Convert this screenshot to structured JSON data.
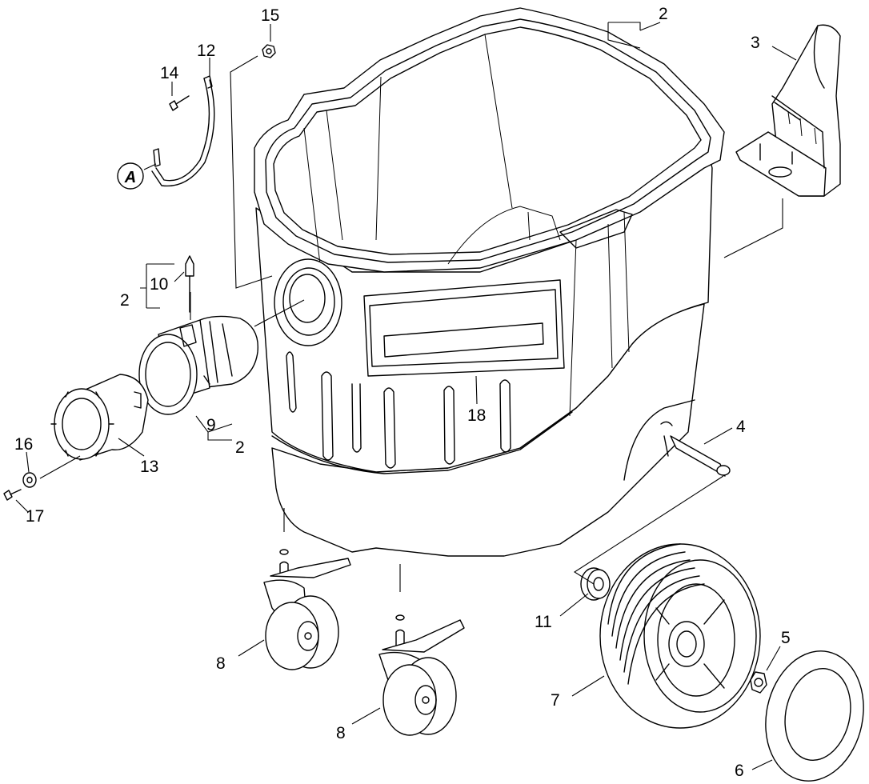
{
  "diagram": {
    "callouts": {
      "c2_top": "2",
      "c3": "3",
      "c4": "4",
      "c5": "5",
      "c6": "6",
      "c7": "7",
      "c8_left": "8",
      "c8_bottom": "8",
      "c9": "9",
      "c2_right9": "2",
      "c10": "10",
      "c2_left10": "2",
      "c11": "11",
      "c12": "12",
      "c13": "13",
      "c14": "14",
      "c15": "15",
      "c16": "16",
      "c17": "17",
      "c18": "18"
    },
    "detail_marker": "A"
  }
}
